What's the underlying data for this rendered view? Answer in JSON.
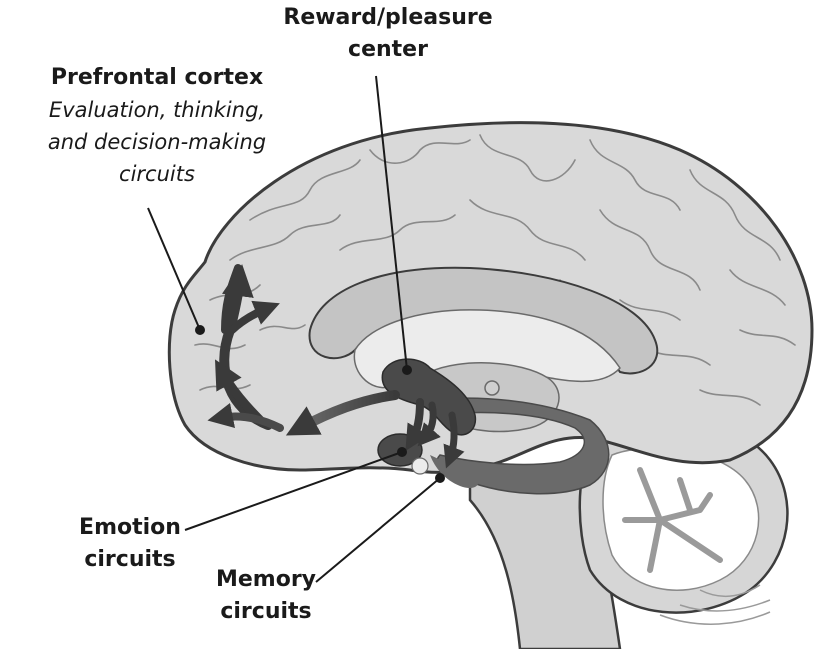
{
  "labels": {
    "reward": {
      "line1": "Reward/pleasure",
      "line2": "center"
    },
    "prefrontal": {
      "title": "Prefrontal cortex",
      "line1": "Evaluation, thinking,",
      "line2": "and decision-making",
      "line3": "circuits"
    },
    "emotion": {
      "line1": "Emotion",
      "line2": "circuits"
    },
    "memory": {
      "line1": "Memory",
      "line2": "circuits"
    }
  },
  "colors": {
    "brain_fill": "#d9d9d9",
    "outline": "#3c3c3c",
    "fold": "#8a8a8a",
    "highlight": "#4a4a4a",
    "pathway": "#6a6a6a",
    "inner_light": "#efefef"
  }
}
